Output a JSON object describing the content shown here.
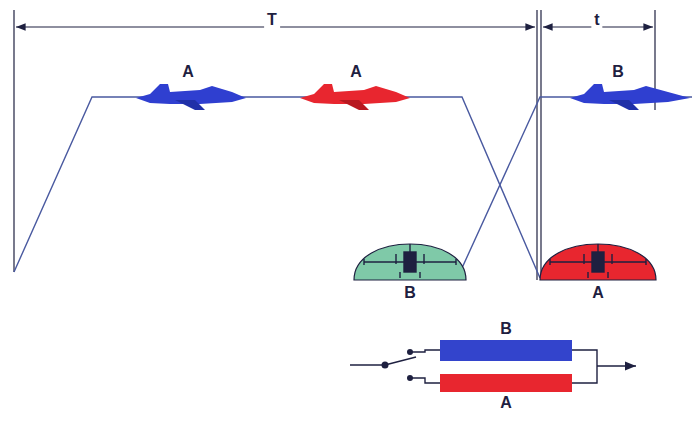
{
  "diagram": {
    "nodes": [
      {
        "text": [
          "B"
        ]
      },
      {
        "text": [
          "A"
        ]
      },
      {
        "text": [
          "B"
        ]
      },
      {
        "text": [
          "A"
        ]
      }
    ],
    "labels": [
      "T",
      "t",
      "A",
      "A",
      "B"
    ]
  }
}
